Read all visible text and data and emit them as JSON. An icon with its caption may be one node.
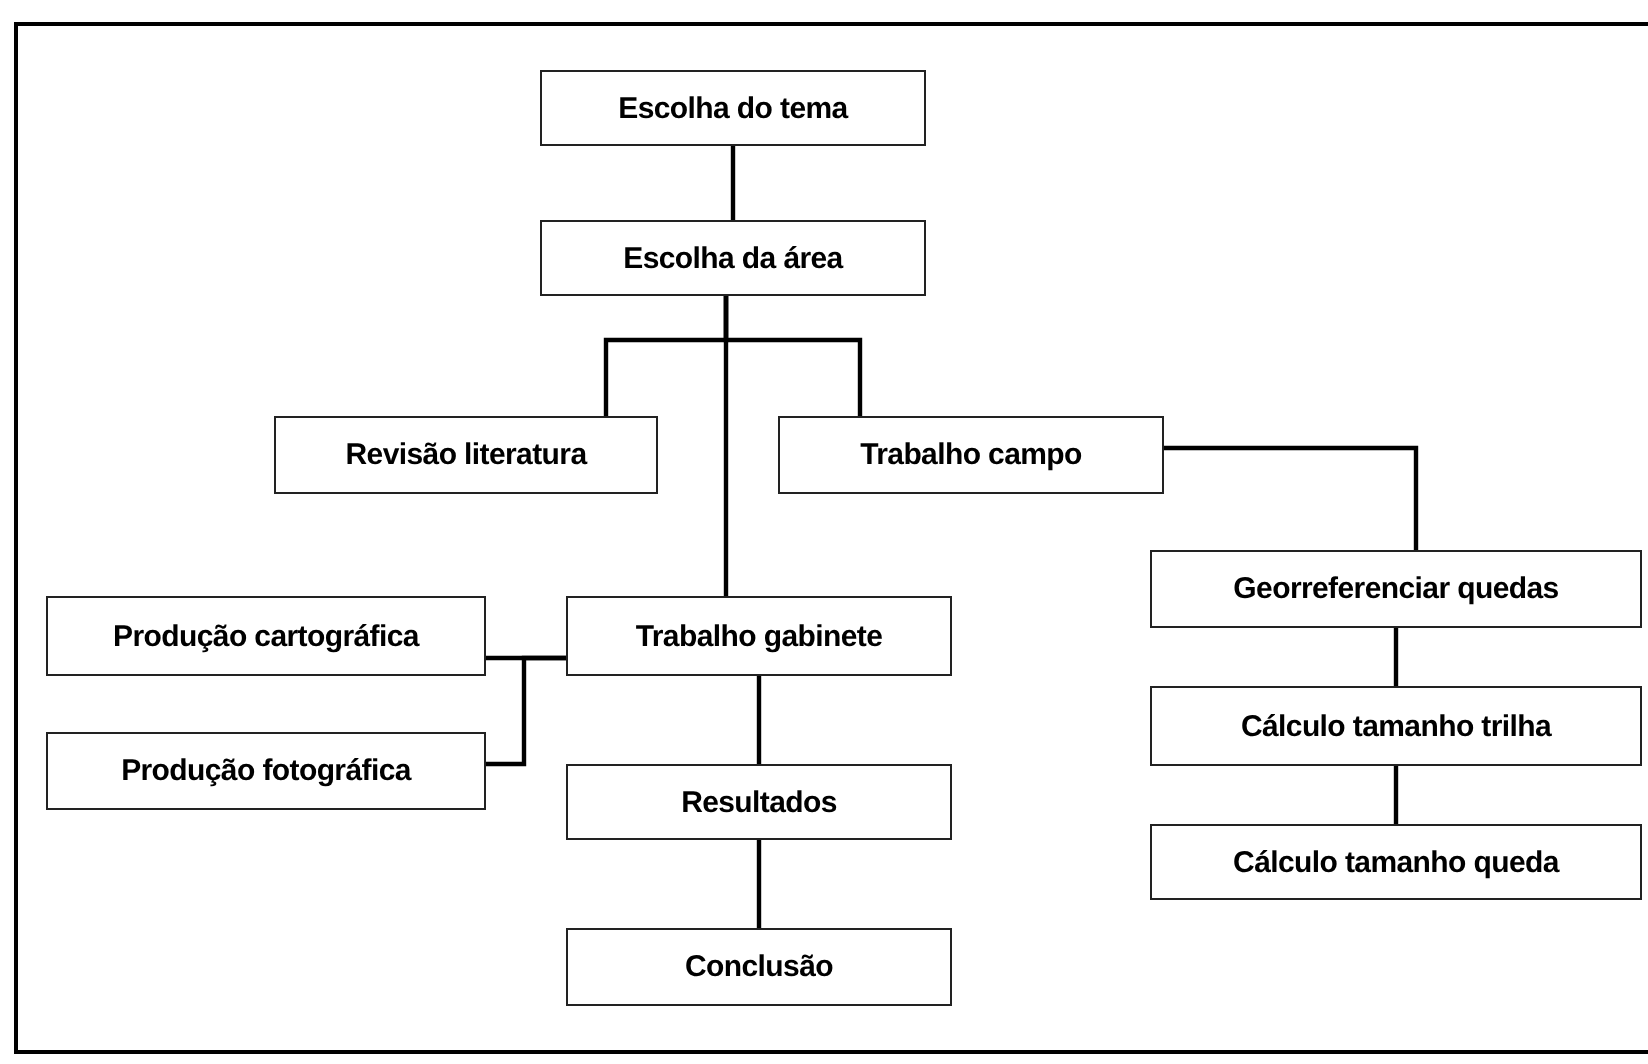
{
  "diagram": {
    "nodes": [
      {
        "text": [
          "Escolha do tema"
        ]
      },
      {
        "text": [
          "Escolha da área"
        ]
      },
      {
        "text": [
          "Revisão literatura"
        ]
      },
      {
        "text": [
          "Trabalho campo"
        ]
      },
      {
        "text": [
          "Produção cartográfica"
        ]
      },
      {
        "text": [
          "Trabalho gabinete"
        ]
      },
      {
        "text": [
          "Produção fotográfica"
        ]
      },
      {
        "text": [
          "Resultados"
        ]
      },
      {
        "text": [
          "Conclusão"
        ]
      },
      {
        "text": [
          "Georreferenciar quedas"
        ]
      },
      {
        "text": [
          "Cálculo tamanho trilha"
        ]
      },
      {
        "text": [
          "Cálculo tamanho queda"
        ]
      }
    ],
    "edges": [
      {
        "from": 0,
        "to": 1,
        "arrow": "none"
      },
      {
        "from": 1,
        "to": 2,
        "arrow": "none"
      },
      {
        "from": 1,
        "to": 3,
        "arrow": "none"
      },
      {
        "from": 1,
        "to": 5,
        "arrow": "none"
      },
      {
        "from": 3,
        "to": 9,
        "arrow": "none"
      },
      {
        "from": 5,
        "to": 4,
        "arrow": "none"
      },
      {
        "from": 5,
        "to": 6,
        "arrow": "none"
      },
      {
        "from": 5,
        "to": 7,
        "arrow": "none"
      },
      {
        "from": 7,
        "to": 8,
        "arrow": "none"
      },
      {
        "from": 9,
        "to": 10,
        "arrow": "none"
      },
      {
        "from": 10,
        "to": 11,
        "arrow": "none"
      }
    ]
  }
}
